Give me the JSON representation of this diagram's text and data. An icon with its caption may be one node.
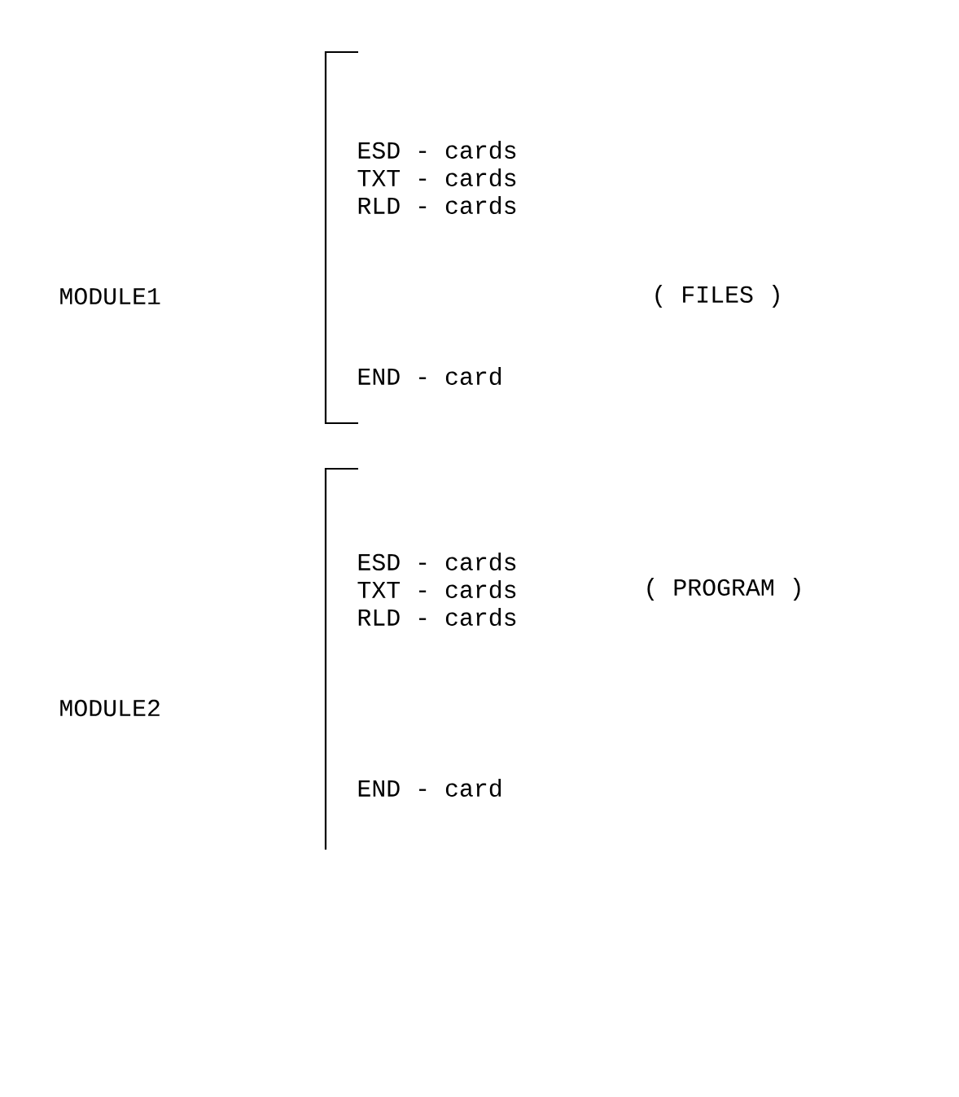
{
  "diagram": {
    "labels": [
      "ESD - cards",
      "TXT - cards",
      "RLD - cards",
      "MODULE1",
      "( FILES )",
      "END - card",
      "ESD - cards",
      "TXT - cards",
      "( PROGRAM )",
      "RLD - cards",
      "MODULE2",
      "END - card"
    ]
  }
}
